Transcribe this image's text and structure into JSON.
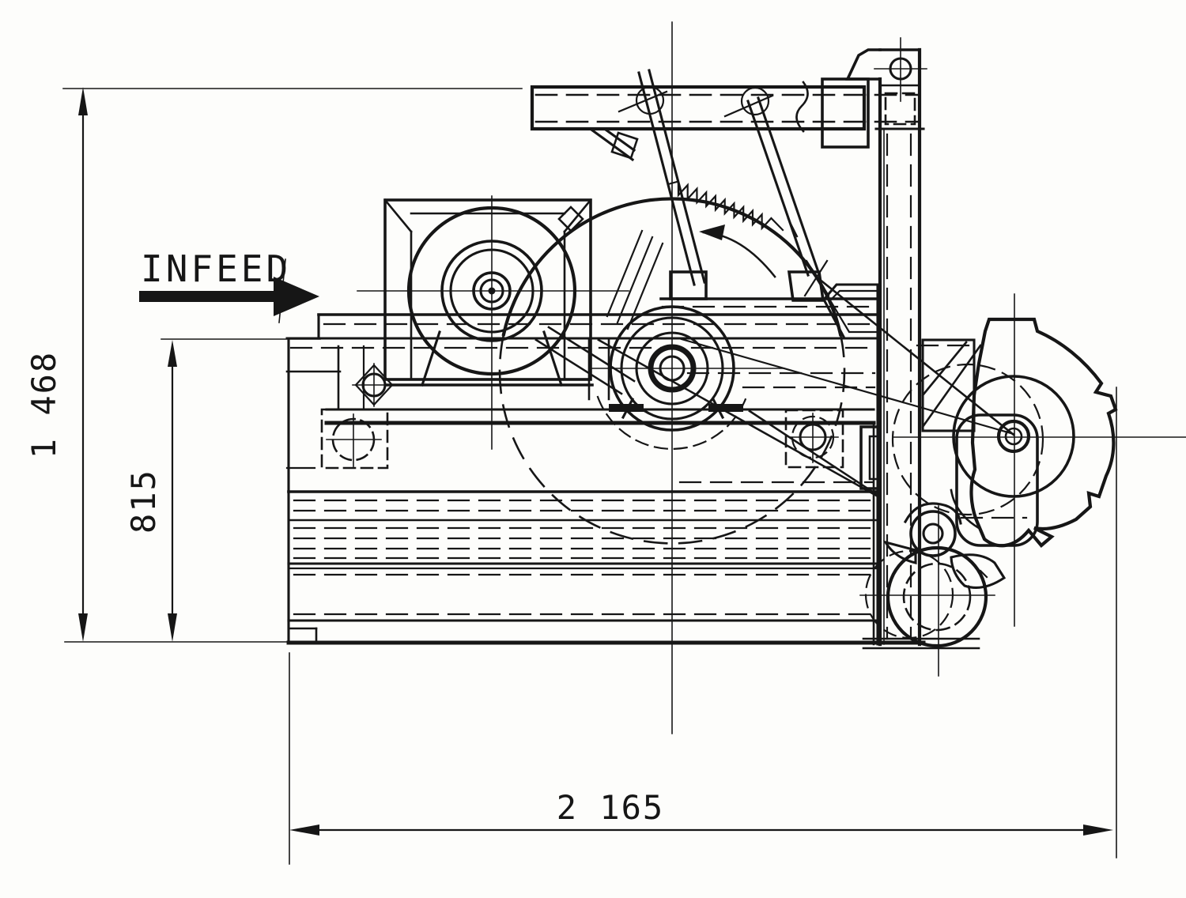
{
  "drawing": {
    "kind": "technical-line-drawing",
    "view": "side-elevation of a cutting machine with infeed conveyor",
    "background_color": "#fdfdfb",
    "line_color": "#161616",
    "labels": {
      "infeed": "INFEED"
    },
    "dimensions": {
      "overall_height": "1 468",
      "infeed_height": "815",
      "overall_length": "2 165"
    }
  }
}
